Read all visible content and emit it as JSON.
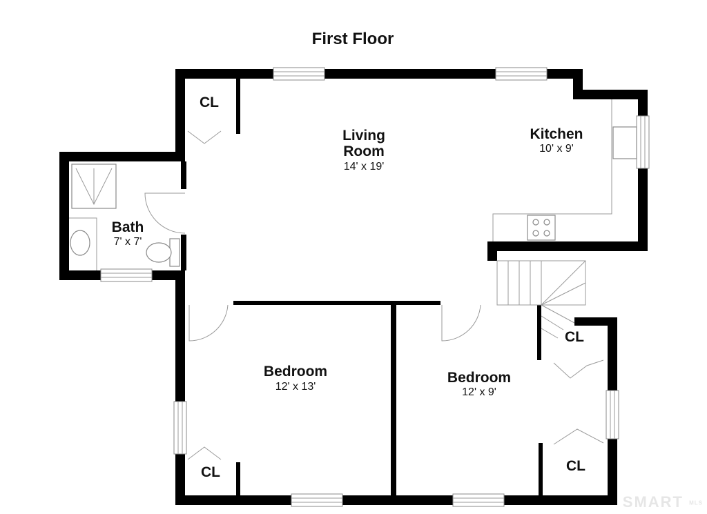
{
  "title": "First Floor",
  "rooms": {
    "living": {
      "name_line1": "Living",
      "name_line2": "Room",
      "size": "14' x 19'"
    },
    "kitchen": {
      "name": "Kitchen",
      "size": "10' x 9'"
    },
    "bath": {
      "name": "Bath",
      "size": "7' x 7'"
    },
    "bedroom_left": {
      "name": "Bedroom",
      "size": "12' x 13'"
    },
    "bedroom_right": {
      "name": "Bedroom",
      "size": "12' x 9'"
    }
  },
  "closets": {
    "top_left": "CL",
    "bottom_left": "CL",
    "right_upper": "CL",
    "right_lower": "CL"
  },
  "watermark": {
    "main": "SMART",
    "small": "MLS"
  },
  "colors": {
    "wall": "#000000",
    "fixture_line": "#8a8a8a",
    "background": "#ffffff"
  }
}
